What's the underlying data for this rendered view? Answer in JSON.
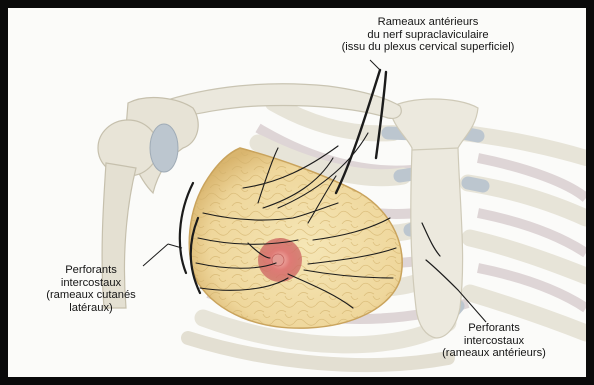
{
  "labels": {
    "supraclavicular": {
      "line1": "Rameaux antérieurs",
      "line2": "du nerf supraclaviculaire",
      "line3": "(issu du plexus cervical superficiel)"
    },
    "lateral": {
      "line1": "Perforants",
      "line2": "intercostaux",
      "line3": "(rameaux cutanés",
      "line4": "latéraux)"
    },
    "anterior": {
      "line1": "Perforants",
      "line2": "intercostaux",
      "line3": "(rameaux antérieurs)"
    }
  },
  "colors": {
    "frame": "#0a0a0a",
    "bone": "#e9e7dc",
    "bone_shadow": "#c9c5b6",
    "cartilage": "#b8c3cc",
    "breast": "#f0dba0",
    "breast_edge": "#caa65c",
    "areola": "#d46a6a",
    "nerve": "#1b1b1b",
    "intercostal": "#b9a8ad"
  }
}
